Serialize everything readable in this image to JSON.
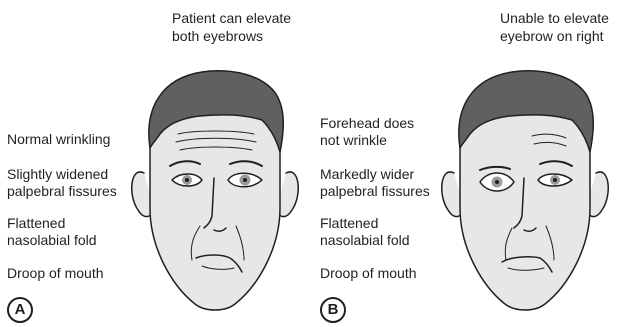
{
  "panels": [
    {
      "letter": "A",
      "caption": [
        "Patient can elevate",
        "both eyebrows"
      ],
      "labels": {
        "wrinkle": "Normal wrinkling",
        "fissure": [
          "Slightly widened",
          "palpebral fissures"
        ],
        "fold": [
          "Flattened",
          "nasolabial fold"
        ],
        "mouth": "Droop of mouth"
      }
    },
    {
      "letter": "B",
      "caption": [
        "Unable to elevate",
        "eyebrow on right"
      ],
      "labels": {
        "wrinkle": [
          "Forehead does",
          "not wrinkle"
        ],
        "fissure": [
          "Markedly wider",
          "palpebral fissures"
        ],
        "fold": [
          "Flattened",
          "nasolabial fold"
        ],
        "mouth": "Droop of mouth"
      }
    }
  ],
  "colors": {
    "hair": "#5f6062",
    "skin": "#e6e7e8",
    "line": "#231f20",
    "iris": "#9a9b9d"
  }
}
